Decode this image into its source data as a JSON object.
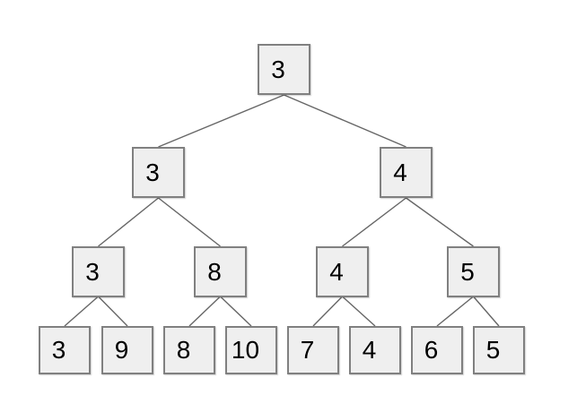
{
  "diagram": {
    "type": "binary-tree",
    "description": "Four-level binary tree of numeric boxes; each parent holds the minimum of its two children",
    "levels": 4,
    "nodes": [
      {
        "id": "root",
        "level": 0,
        "value": "3"
      },
      {
        "id": "L1-0",
        "level": 1,
        "value": "3"
      },
      {
        "id": "L1-1",
        "level": 1,
        "value": "4"
      },
      {
        "id": "L2-0",
        "level": 2,
        "value": "3"
      },
      {
        "id": "L2-1",
        "level": 2,
        "value": "8"
      },
      {
        "id": "L2-2",
        "level": 2,
        "value": "4"
      },
      {
        "id": "L2-3",
        "level": 2,
        "value": "5"
      },
      {
        "id": "leaf-0",
        "level": 3,
        "value": "3"
      },
      {
        "id": "leaf-1",
        "level": 3,
        "value": "9"
      },
      {
        "id": "leaf-2",
        "level": 3,
        "value": "8"
      },
      {
        "id": "leaf-3",
        "level": 3,
        "value": "10"
      },
      {
        "id": "leaf-4",
        "level": 3,
        "value": "7"
      },
      {
        "id": "leaf-5",
        "level": 3,
        "value": "4"
      },
      {
        "id": "leaf-6",
        "level": 3,
        "value": "6"
      },
      {
        "id": "leaf-7",
        "level": 3,
        "value": "5"
      }
    ],
    "edges": [
      [
        "root",
        "L1-0"
      ],
      [
        "root",
        "L1-1"
      ],
      [
        "L1-0",
        "L2-0"
      ],
      [
        "L1-0",
        "L2-1"
      ],
      [
        "L1-1",
        "L2-2"
      ],
      [
        "L1-1",
        "L2-3"
      ],
      [
        "L2-0",
        "leaf-0"
      ],
      [
        "L2-0",
        "leaf-1"
      ],
      [
        "L2-1",
        "leaf-2"
      ],
      [
        "L2-1",
        "leaf-3"
      ],
      [
        "L2-2",
        "leaf-4"
      ],
      [
        "L2-2",
        "leaf-5"
      ],
      [
        "L2-3",
        "leaf-6"
      ],
      [
        "L2-3",
        "leaf-7"
      ]
    ]
  },
  "colors": {
    "node_fill": "#efefef",
    "node_border": "#808080",
    "edge": "#666666",
    "text": "#000000",
    "background": "#ffffff"
  }
}
